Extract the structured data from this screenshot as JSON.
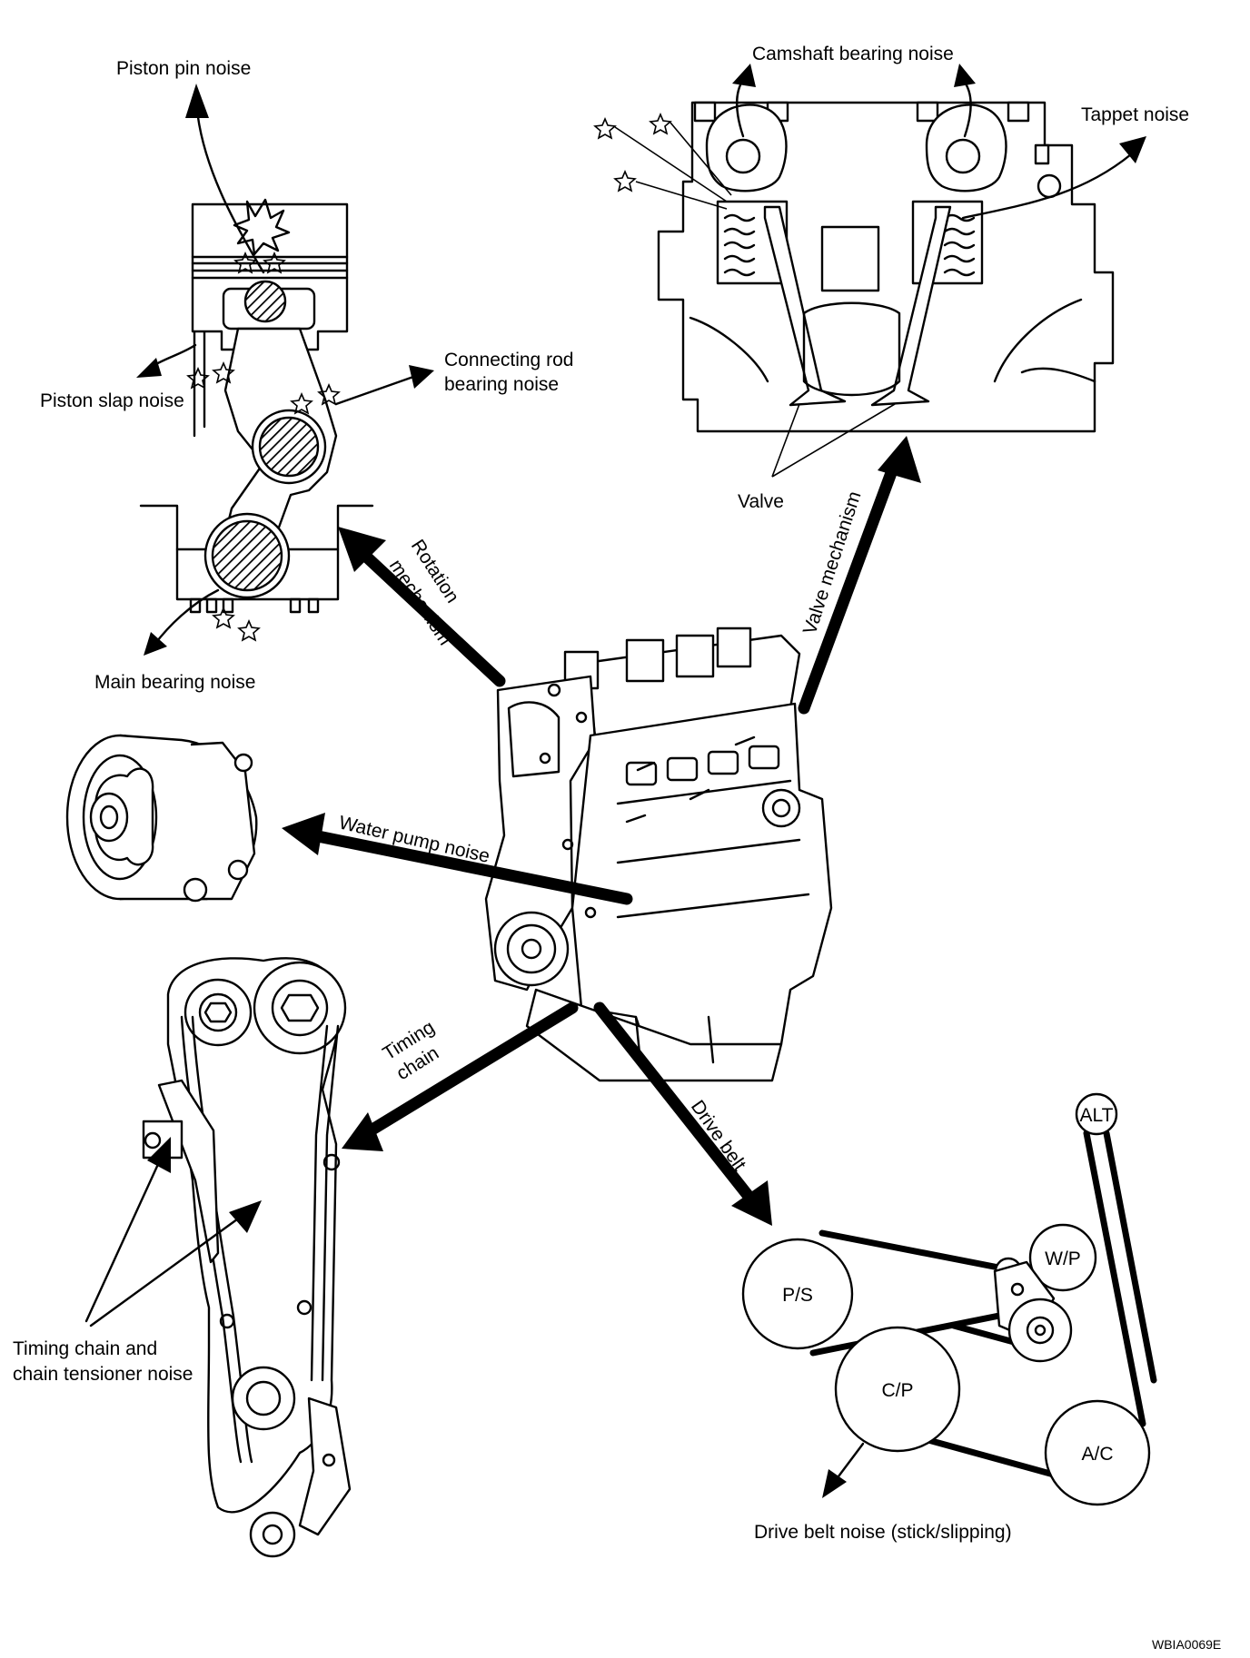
{
  "labels": {
    "piston_pin_noise": "Piston pin noise",
    "camshaft_bearing_noise": "Camshaft bearing noise",
    "tappet_noise": "Tappet noise",
    "connecting_rod_line1": "Connecting rod",
    "connecting_rod_line2": "bearing noise",
    "piston_slap_noise": "Piston slap noise",
    "valve": "Valve",
    "rotation_line1": "Rotation",
    "rotation_line2": "mechanism",
    "valve_mechanism": "Valve mechanism",
    "main_bearing_noise": "Main bearing noise",
    "water_pump_noise": "Water pump noise",
    "timing_line1": "Timing",
    "timing_line2": "chain",
    "drive_belt": "Drive belt",
    "timing_chain_noise_line1": "Timing chain and",
    "timing_chain_noise_line2": "chain tensioner noise",
    "drive_belt_noise": "Drive belt noise (stick/slipping)",
    "figure_code": "WBIA0069E"
  },
  "pulleys": {
    "alt": "ALT",
    "wp": "W/P",
    "ps": "P/S",
    "cp": "C/P",
    "ac": "A/C"
  }
}
